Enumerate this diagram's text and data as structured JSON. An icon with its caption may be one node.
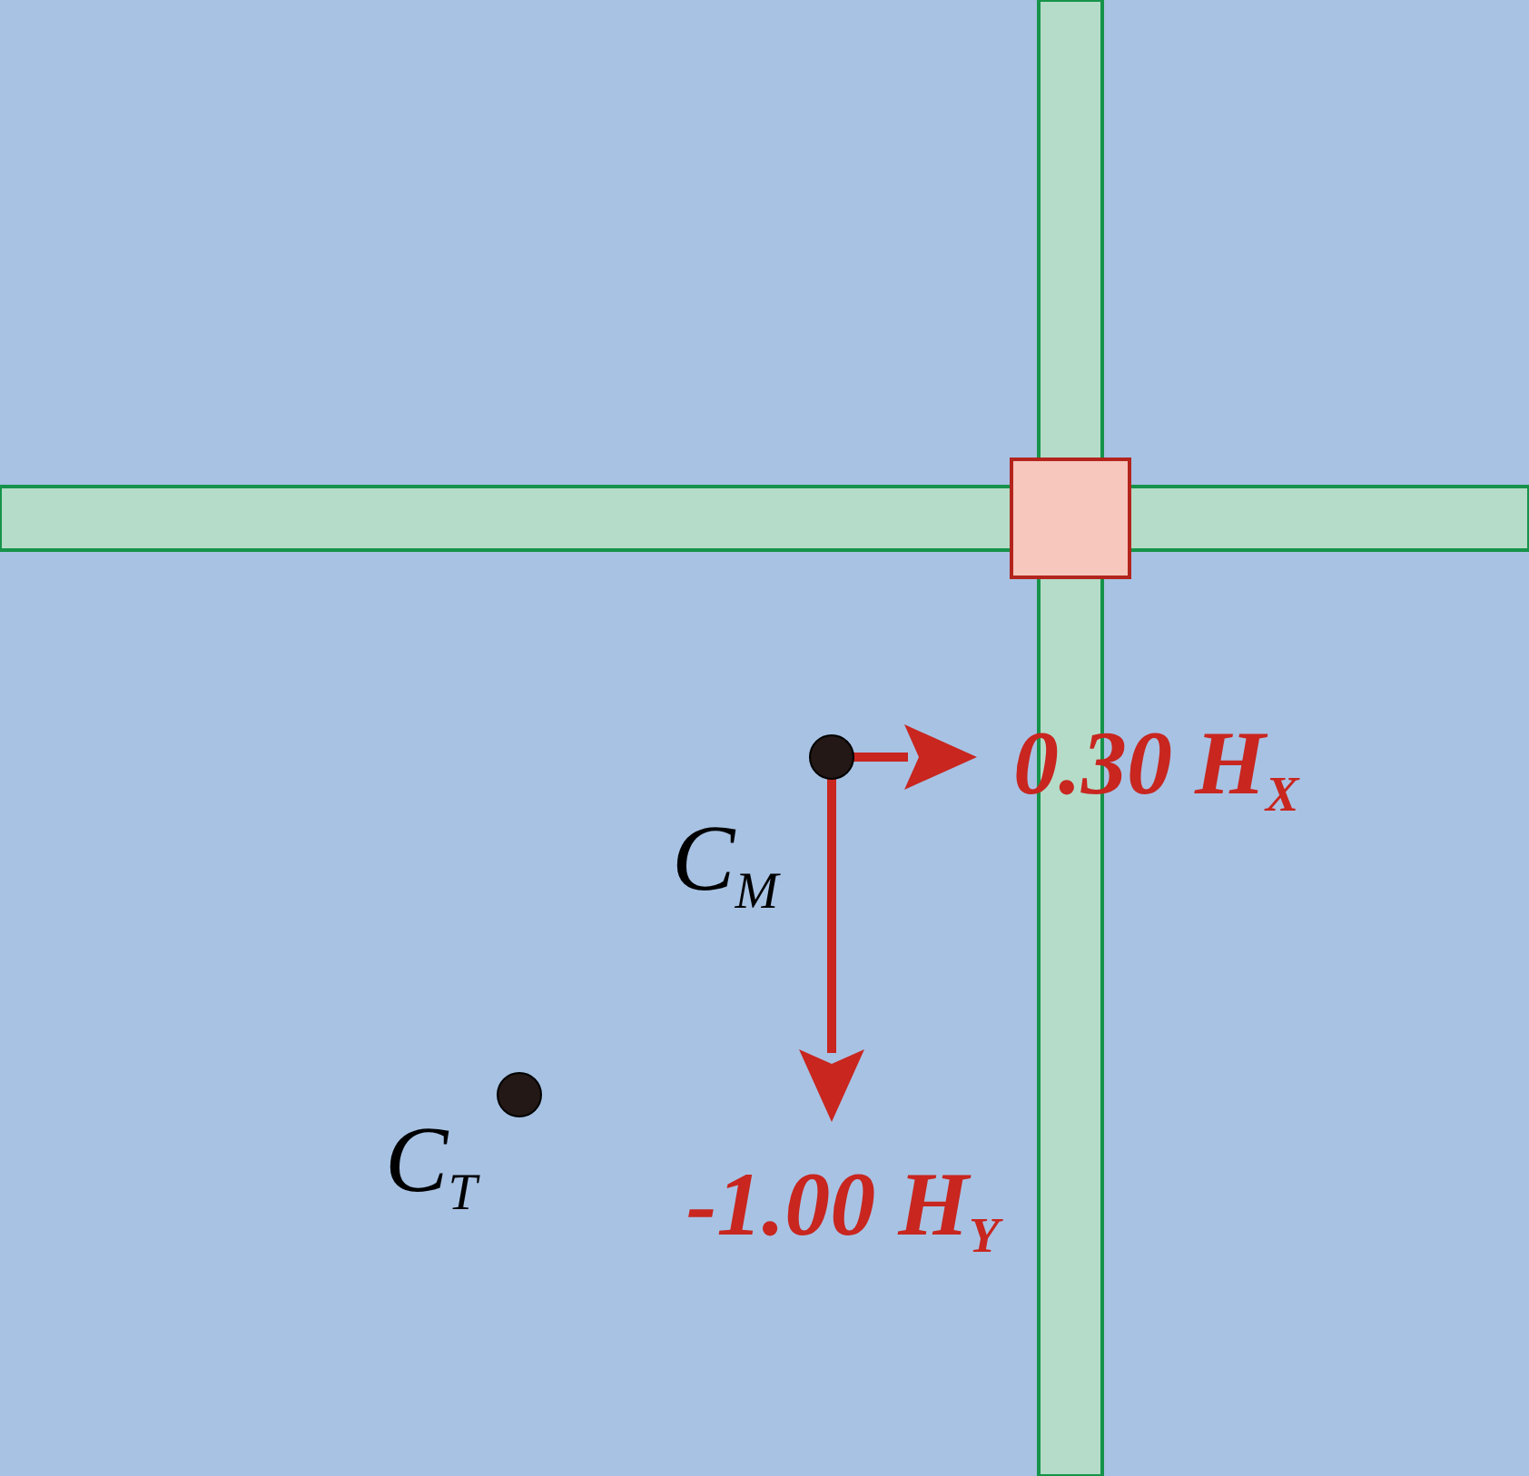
{
  "diagram": {
    "labels": [
      "C$_{M}$",
      "0.30 H$_{X}$",
      "C$_{T}$",
      "-1.00 H$_{Y}$"
    ]
  }
}
